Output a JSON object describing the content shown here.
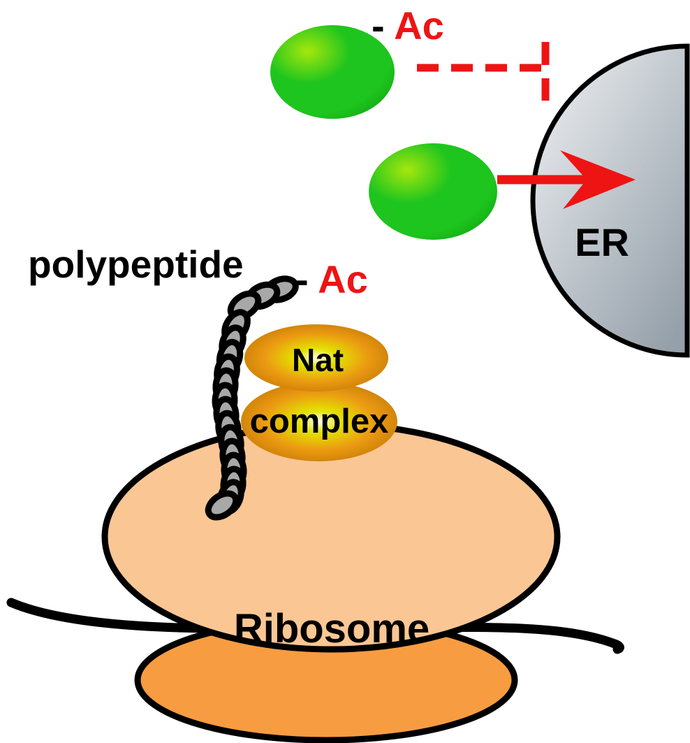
{
  "figure": {
    "labels": {
      "polypeptide": "polypeptide",
      "acetyl_dash": "-",
      "acetyl": "Ac",
      "nat": "Nat",
      "complex": "complex",
      "er": "ER",
      "ribosome": "Ribosome"
    },
    "colors": {
      "red": "#EE1414",
      "black": "#000000",
      "green_highlight": "#A6E70D",
      "green_mid": "#1EC51E",
      "green_edge": "#0FA30F",
      "er_light": "#F2F3F4",
      "er_mid": "#C2C9CF",
      "er_dark": "#96A0AA",
      "nat_core": "#FFFFF2",
      "nat_yellow": "#E3E300",
      "nat_orange": "#EB9A12",
      "nat_edge": "#BE7404",
      "ribosome_large_subunit": "#FAC694",
      "ribosome_small_subunit": "#F89C42",
      "bead_gray": "#A8A8A8"
    }
  }
}
